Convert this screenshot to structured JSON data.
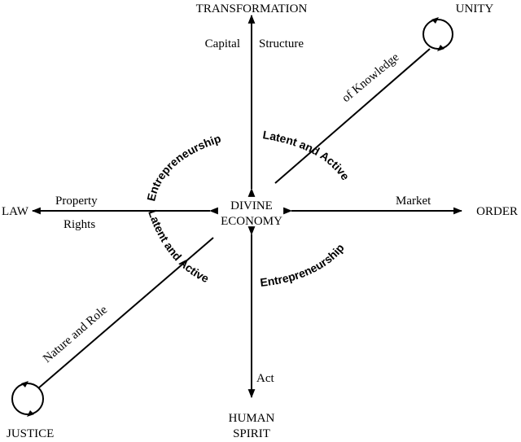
{
  "nodes": {
    "top": "TRANSFORMATION",
    "top_right": "UNITY",
    "left": "LAW",
    "right": "ORDER",
    "center_line1": "DIVINE",
    "center_line2": "ECONOMY",
    "bottom_line1": "HUMAN",
    "bottom_line2": "SPIRIT",
    "bottom_left": "JUSTICE"
  },
  "edge_labels": {
    "capital": "Capital",
    "structure": "Structure",
    "property": "Property",
    "rights": "Rights",
    "market": "Market",
    "act": "Act",
    "of_knowledge": "of Knowledge",
    "nature_and_role": "Nature and Role"
  },
  "curved_labels": {
    "upper_left": "Entrepreneurship",
    "upper_right": "Latent and Active",
    "lower_left": "Latent and Active",
    "lower_right": "Entrepreneurship"
  }
}
